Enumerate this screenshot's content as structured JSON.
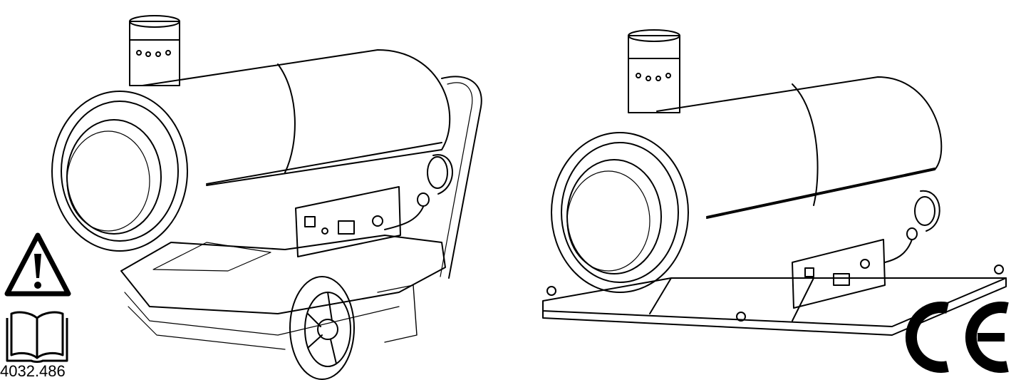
{
  "document": {
    "code": "4032.486"
  },
  "marks": {
    "warning": "warning-triangle-icon",
    "manual": "read-manual-book-icon",
    "conformity": "ce-mark"
  },
  "illustrations": [
    {
      "name": "heater-wheeled",
      "variant": "wheeled trolley"
    },
    {
      "name": "heater-framed",
      "variant": "frame with lifting eyes"
    }
  ],
  "colors": {
    "line": "#000000",
    "background": "#ffffff"
  }
}
